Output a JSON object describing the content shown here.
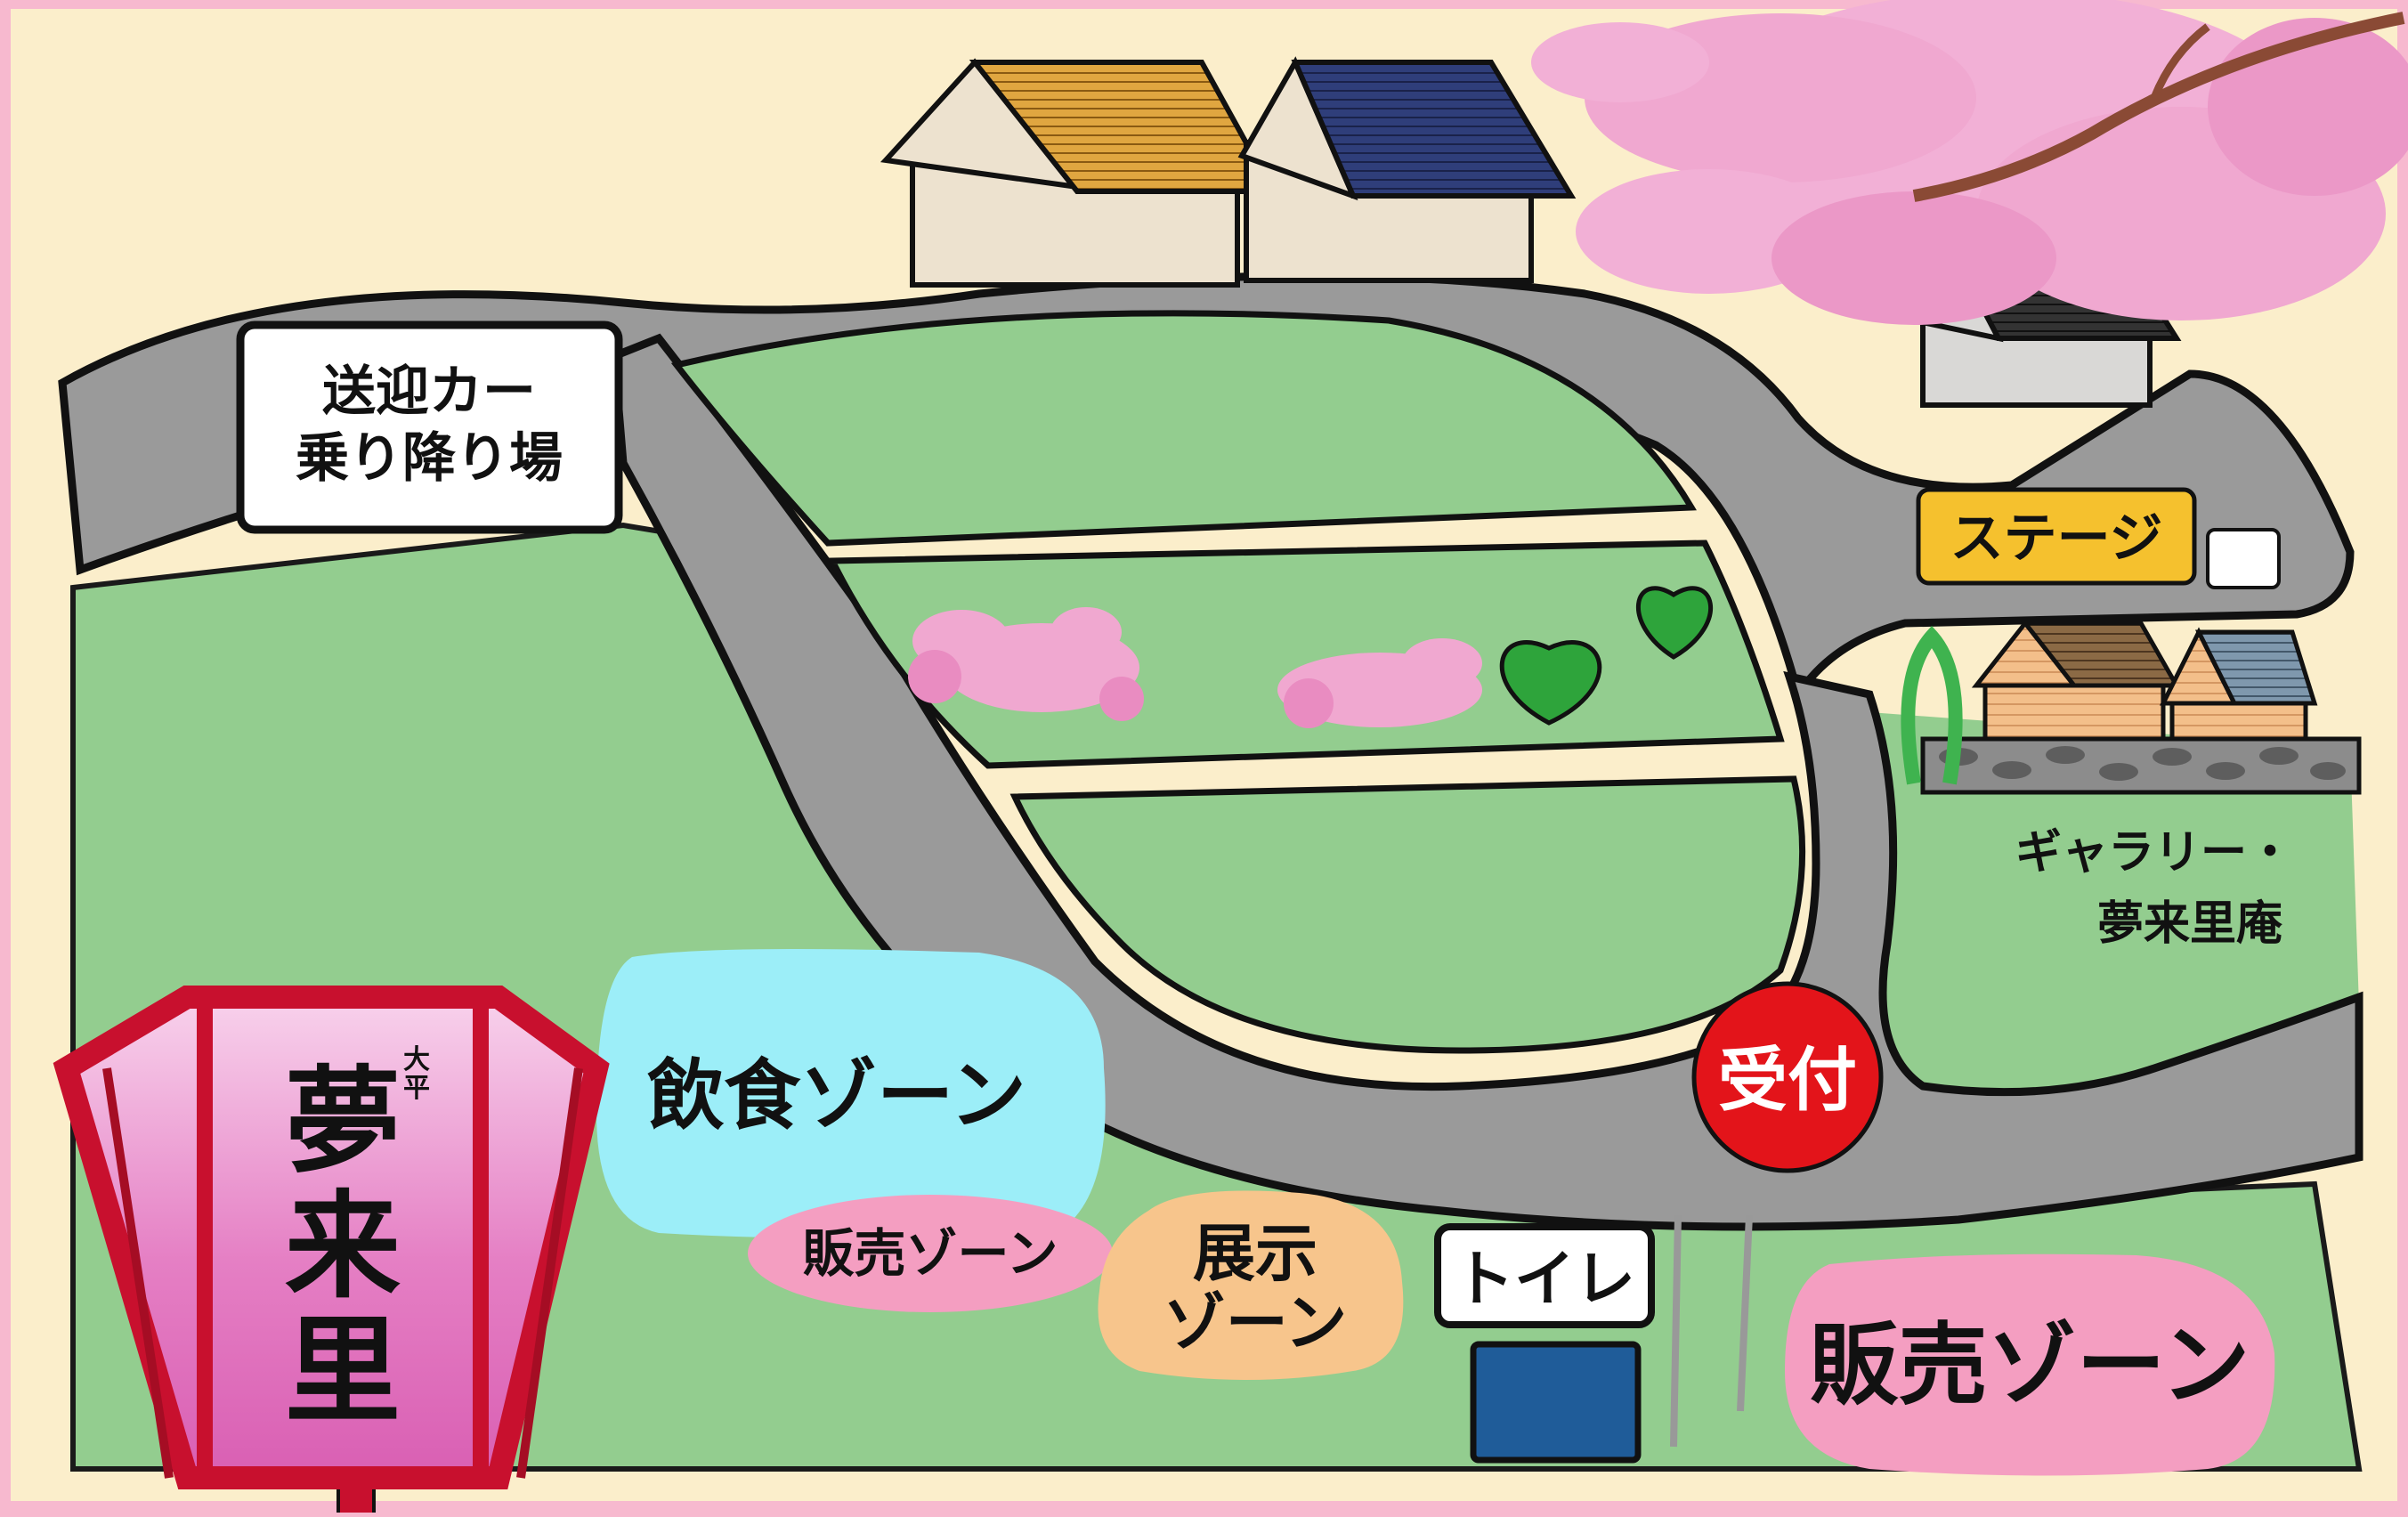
{
  "map": {
    "labels": {
      "dropoff_line1": "送迎カー",
      "dropoff_line2": "乗り降り場",
      "stage": "ステージ",
      "gallery_line1": "ギャラリー・",
      "gallery_line2": "夢来里庵",
      "reception": "受付",
      "food_zone": "飲食ゾーン",
      "sales_zone_small": "販売ゾーン",
      "exhibit_line1": "展示",
      "exhibit_line2": "ゾーン",
      "toilet": "トイレ",
      "sales_zone_large": "販売ゾーン"
    },
    "lantern": {
      "small_text_line1": "大",
      "small_text_line2": "平",
      "char1": "夢",
      "char2": "来",
      "char3": "里"
    },
    "colors": {
      "frame": "#f7b9cf",
      "background": "#fbeecb",
      "lawn": "#93cd8f",
      "road": "#9a9a9a",
      "stage": "#f5c12e",
      "food_zone": "#9ceef8",
      "sales_zone": "#f49ec1",
      "exhibit_zone": "#f7c58c",
      "reception": "#e3141a",
      "toilet_block": "#1f5c99",
      "lantern_frame": "#c8102e",
      "lantern_panel": "#e883c7",
      "blossom": "#f0a8d0"
    }
  }
}
